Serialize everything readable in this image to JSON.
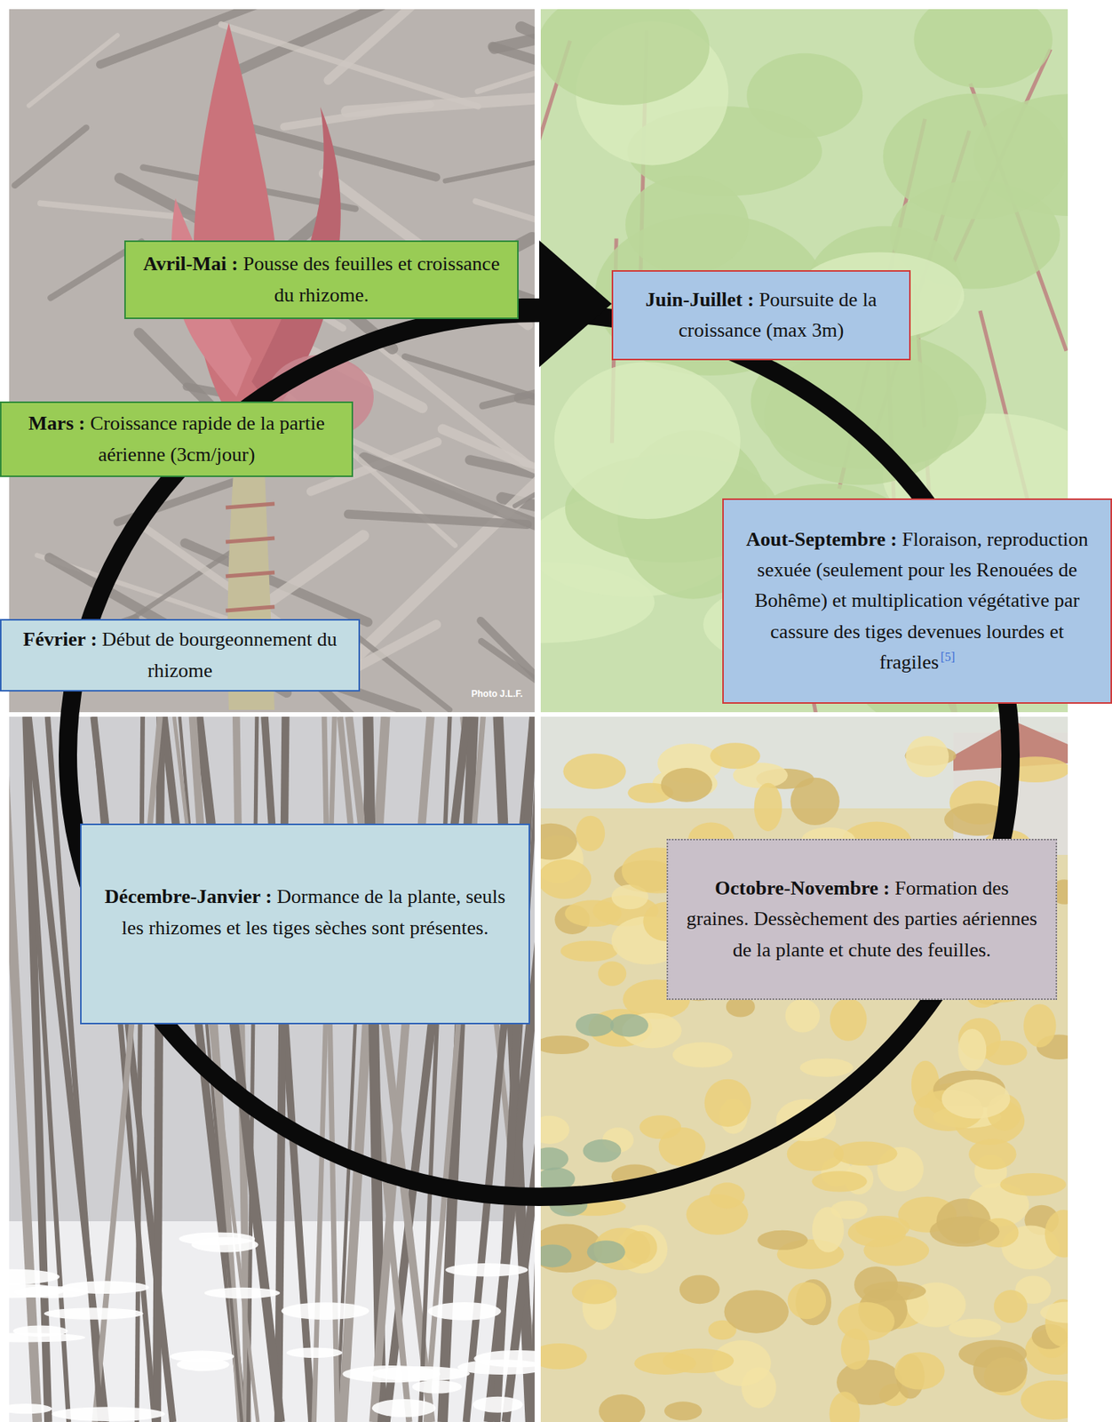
{
  "diagram": {
    "nodes": [
      {
        "text": [
          "Avril-Mai :",
          "Pousse des feuilles et croissance du rhizome."
        ]
      },
      {
        "text": [
          "Juin-Juillet :",
          "Poursuite de la croissance (max 3m)"
        ]
      },
      {
        "text": [
          "Mars :",
          "Croissance rapide de la partie aérienne (3cm/jour)"
        ]
      },
      {
        "text": [
          "Aout-Septembre :",
          "Floraison, reproduction sexuée (seulement pour les Renouées de Bohême) et multiplication végétative par cassure des tiges devenues lourdes et fragiles",
          "[5]"
        ]
      },
      {
        "text": [
          "Février :",
          "Début de bourgeonnement du rhizome"
        ]
      },
      {
        "text": [
          "Décembre-Janvier :",
          "Dormance de la plante, seuls les rhizomes et les tiges sèches sont présentes."
        ]
      },
      {
        "text": [
          "Octobre-Novembre :",
          "Formation des graines. Dessèchement des parties aériennes de la plante et chute des feuilles."
        ]
      }
    ],
    "edges": [
      {
        "from": 0,
        "to": 1,
        "arrow": "to"
      }
    ],
    "labels": [
      "Photo J.L.F."
    ]
  }
}
